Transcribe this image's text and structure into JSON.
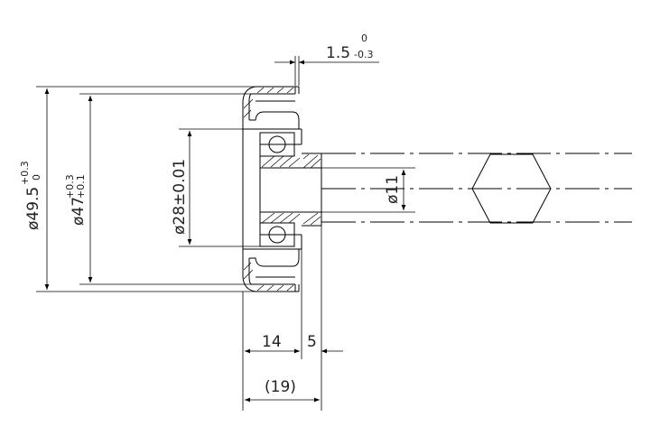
{
  "dimensions": {
    "gap_width": {
      "value": "1.5",
      "tol_upper": "0",
      "tol_lower": "-0.3"
    },
    "outer_diameter": {
      "value": "ø49.5",
      "tol_upper": "+0.3",
      "tol_lower": "0"
    },
    "inner_rim_diameter": {
      "value": "ø47",
      "tol_upper": "+0.3",
      "tol_lower": "+0.1"
    },
    "bearing_diameter": {
      "value": "ø28±0.01"
    },
    "bore_diameter": {
      "value": "ø11"
    },
    "width_left": {
      "value": "14"
    },
    "width_right": {
      "value": "5"
    },
    "overall_width": {
      "value": "(19)"
    }
  }
}
